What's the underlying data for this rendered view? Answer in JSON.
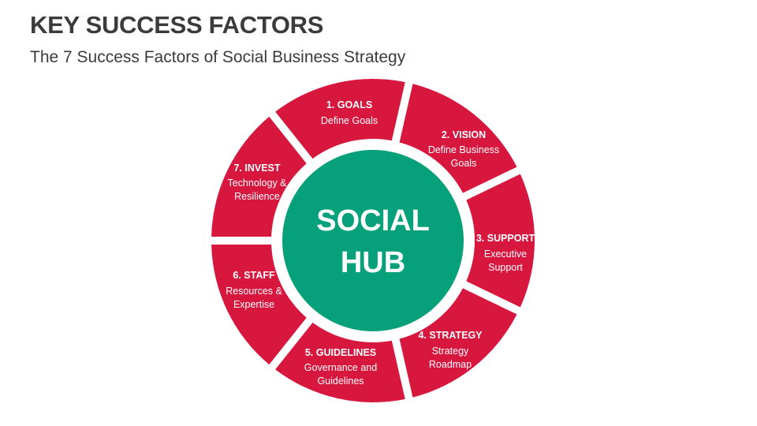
{
  "header": {
    "title": "KEY SUCCESS FACTORS",
    "subtitle": "The 7 Success Factors of Social Business Strategy"
  },
  "colors": {
    "segment": "#d8173f",
    "hub": "#06a07a",
    "text_dark": "#3b3b3b",
    "text_light": "#ffffff"
  },
  "hub": {
    "line1": "SOCIAL",
    "line2": "HUB"
  },
  "segments": [
    {
      "title": "1. GOALS",
      "desc": [
        "Define Goals"
      ]
    },
    {
      "title": "2. VISION",
      "desc": [
        "Define Business",
        "Goals"
      ]
    },
    {
      "title": "3. SUPPORT",
      "desc": [
        "Executive",
        "Support"
      ]
    },
    {
      "title": "4. STRATEGY",
      "desc": [
        "Strategy",
        "Roadmap"
      ]
    },
    {
      "title": "5. GUIDELINES",
      "desc": [
        "Governance and",
        "Guidelines"
      ]
    },
    {
      "title": "6. STAFF",
      "desc": [
        "Resources &",
        "Expertise"
      ]
    },
    {
      "title": "7. INVEST",
      "desc": [
        "Technology &",
        "Resilience"
      ]
    }
  ]
}
